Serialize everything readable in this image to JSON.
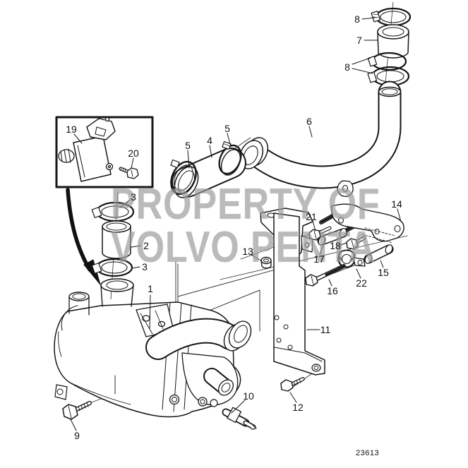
{
  "watermark": {
    "line1": "PROPERTY OF",
    "line2": "VOLVO PENTA"
  },
  "drawing_number": "23613",
  "callouts": [
    {
      "label": "1"
    },
    {
      "label": "2"
    },
    {
      "label": "3"
    },
    {
      "label": "3"
    },
    {
      "label": "4"
    },
    {
      "label": "5"
    },
    {
      "label": "5"
    },
    {
      "label": "6"
    },
    {
      "label": "7"
    },
    {
      "label": "8"
    },
    {
      "label": "8"
    },
    {
      "label": "9"
    },
    {
      "label": "10"
    },
    {
      "label": "11"
    },
    {
      "label": "12"
    },
    {
      "label": "13"
    },
    {
      "label": "14"
    },
    {
      "label": "15"
    },
    {
      "label": "16"
    },
    {
      "label": "17"
    },
    {
      "label": "18"
    },
    {
      "label": "19"
    },
    {
      "label": "20"
    },
    {
      "label": "21"
    },
    {
      "label": "22"
    }
  ]
}
